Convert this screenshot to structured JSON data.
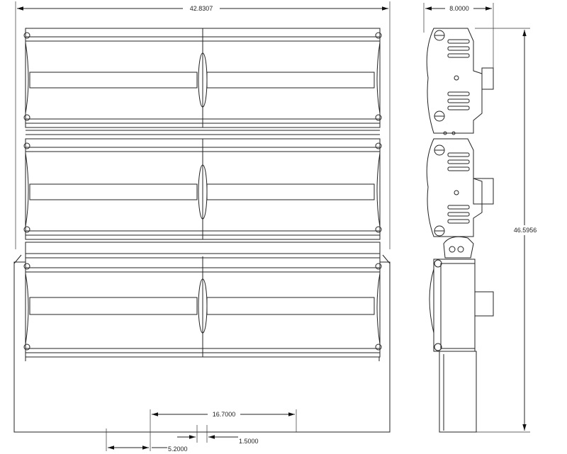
{
  "dimensions": {
    "overall_width": "42.8307",
    "side_depth": "8.0000",
    "overall_height": "46.5956",
    "bracket_span": "16.7000",
    "slot_width": "1.5000",
    "bracket_offset": "5.2000"
  }
}
